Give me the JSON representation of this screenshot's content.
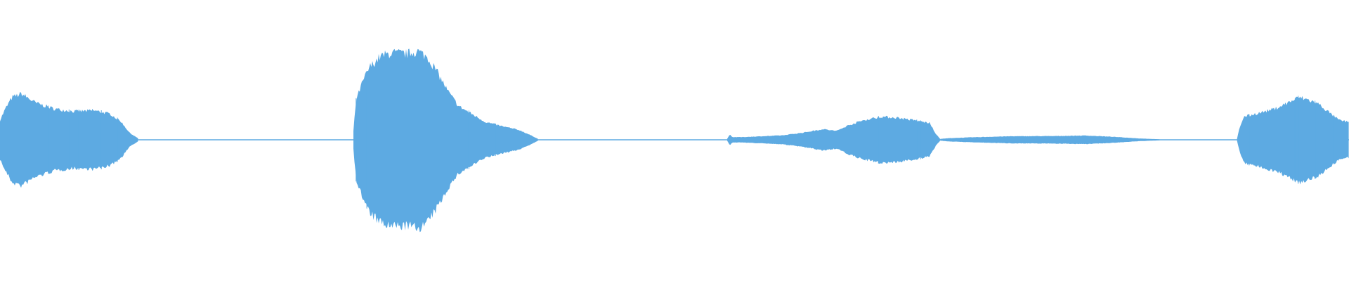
{
  "waveform": {
    "color": "#5DAAE2",
    "background": "#FFFFFF",
    "segments": [
      {
        "name": "segment-1",
        "points": [
          [
            0,
            0.22
          ],
          [
            0.4,
            0.35
          ],
          [
            0.9,
            0.48
          ],
          [
            1.6,
            0.52
          ],
          [
            2.6,
            0.42
          ],
          [
            4.0,
            0.35
          ],
          [
            5.5,
            0.32
          ],
          [
            7.0,
            0.33
          ],
          [
            8.2,
            0.29
          ],
          [
            9.0,
            0.2
          ],
          [
            9.6,
            0.08
          ],
          [
            10.3,
            0.01
          ]
        ]
      },
      {
        "name": "segment-2",
        "points": [
          [
            26.2,
            0.1
          ],
          [
            26.4,
            0.45
          ],
          [
            26.9,
            0.66
          ],
          [
            27.4,
            0.82
          ],
          [
            28.2,
            0.94
          ],
          [
            29.0,
            0.98
          ],
          [
            30.2,
            0.97
          ],
          [
            31.0,
            1.0
          ],
          [
            31.7,
            0.93
          ],
          [
            32.4,
            0.77
          ],
          [
            33.2,
            0.55
          ],
          [
            34.0,
            0.38
          ],
          [
            35.0,
            0.29
          ],
          [
            36.0,
            0.2
          ],
          [
            37.3,
            0.15
          ],
          [
            38.5,
            0.11
          ],
          [
            39.5,
            0.04
          ],
          [
            39.9,
            0.01
          ]
        ]
      },
      {
        "name": "segment-3",
        "points": [
          [
            53.9,
            0.01
          ],
          [
            54.1,
            0.06
          ],
          [
            54.3,
            0.03
          ],
          [
            55.0,
            0.03
          ],
          [
            56.5,
            0.04
          ],
          [
            58.0,
            0.05
          ],
          [
            59.5,
            0.08
          ],
          [
            61.0,
            0.12
          ],
          [
            62.0,
            0.1
          ],
          [
            63.0,
            0.17
          ],
          [
            64.0,
            0.22
          ],
          [
            65.3,
            0.26
          ],
          [
            66.5,
            0.25
          ],
          [
            67.8,
            0.22
          ],
          [
            68.9,
            0.19
          ],
          [
            69.4,
            0.06
          ],
          [
            69.7,
            0.01
          ]
        ]
      },
      {
        "name": "segment-4",
        "points": [
          [
            69.7,
            0.01
          ],
          [
            70.3,
            0.018
          ],
          [
            72.0,
            0.028
          ],
          [
            75.0,
            0.04
          ],
          [
            78.0,
            0.042
          ],
          [
            80.5,
            0.048
          ],
          [
            82.5,
            0.034
          ],
          [
            84.5,
            0.015
          ],
          [
            86.0,
            0.006
          ]
        ]
      },
      {
        "name": "segment-5",
        "points": [
          [
            91.7,
            0.01
          ],
          [
            91.9,
            0.14
          ],
          [
            92.2,
            0.26
          ],
          [
            93.5,
            0.31
          ],
          [
            94.5,
            0.35
          ],
          [
            95.5,
            0.42
          ],
          [
            96.3,
            0.48
          ],
          [
            97.0,
            0.45
          ],
          [
            97.8,
            0.4
          ],
          [
            98.6,
            0.3
          ],
          [
            99.3,
            0.22
          ],
          [
            100.0,
            0.2
          ]
        ]
      }
    ]
  }
}
